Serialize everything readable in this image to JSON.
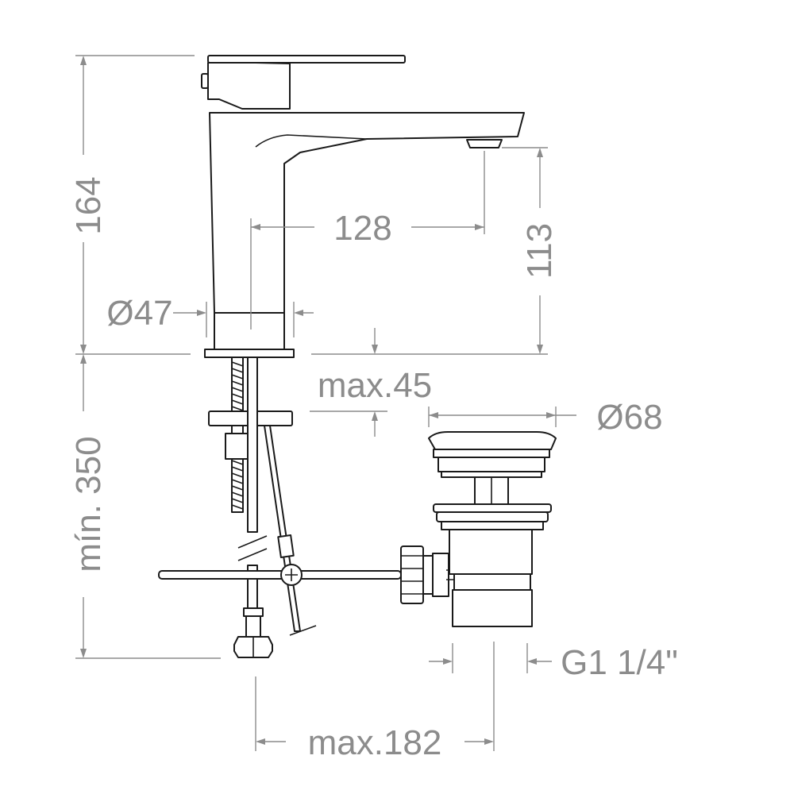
{
  "dimensions": {
    "total_height": "164",
    "spout_reach": "128",
    "spout_height": "113",
    "base_diameter": "Ø47",
    "max_deck_thickness": "max.45",
    "waste_diameter": "Ø68",
    "min_length": "mín. 350",
    "thread": "G1 1/4\"",
    "max_reach": "max.182"
  },
  "colors": {
    "line": "#1a1a1a",
    "dimension": "#8c8c8c",
    "background": "#ffffff"
  }
}
